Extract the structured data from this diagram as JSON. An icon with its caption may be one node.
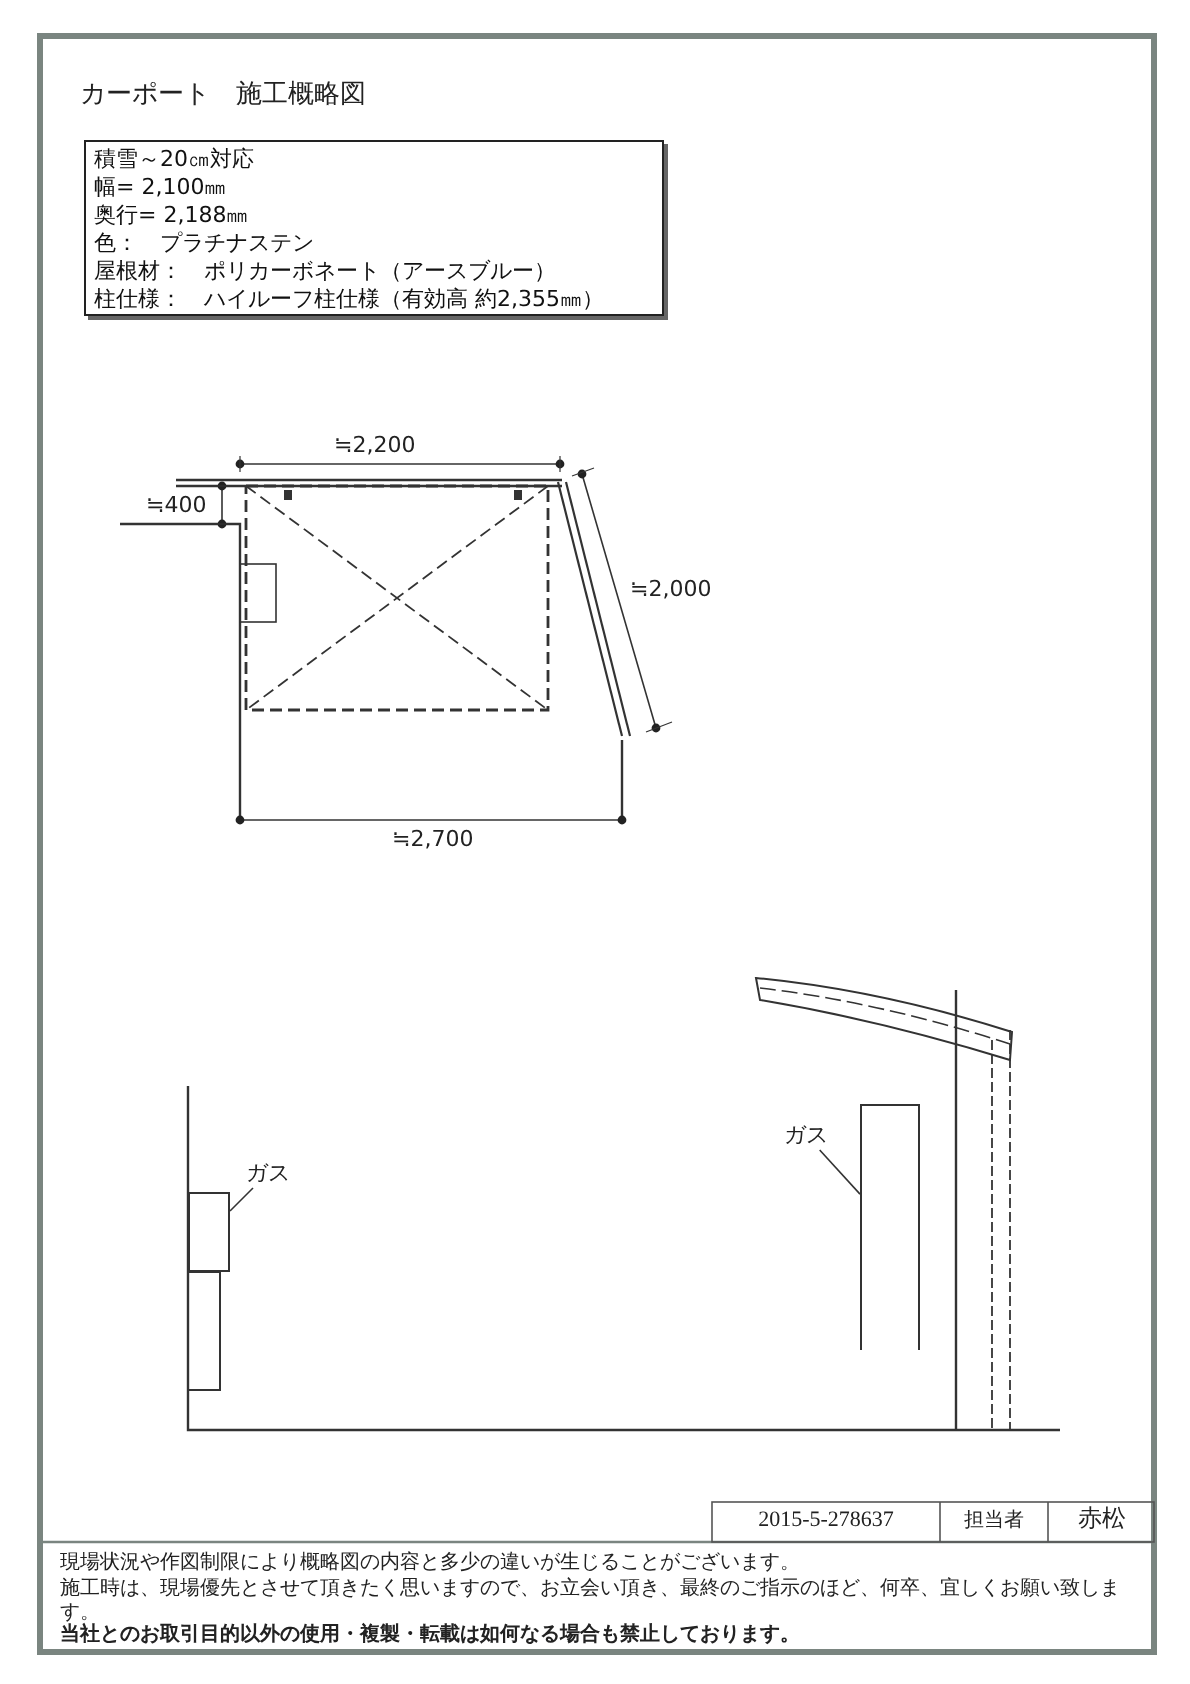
{
  "diagram": {
    "title": "カーポート　施工概略図",
    "nodes": [
      {
        "text": [
          "積雪～20㎝対応",
          "幅= 2,100㎜",
          "奥行= 2,188㎜",
          "色：　プラチナステン",
          "屋根材：　ポリカーボネート（アースブルー）",
          "柱仕様：　ハイルーフ柱仕様（有効高 約2,355㎜）"
        ]
      },
      {
        "text": [
          "ガス"
        ]
      },
      {
        "text": [],
        "shape": "box"
      },
      {
        "text": [
          "ガス"
        ]
      },
      {
        "text": [],
        "shape": "box"
      }
    ],
    "edges": [
      {
        "from": 1,
        "to": 2,
        "arrow": "none"
      },
      {
        "from": 3,
        "to": 4,
        "arrow": "none"
      }
    ],
    "labels": [
      "≒2,200",
      "≒400",
      "≒2,000",
      "≒2,700",
      "2015-5-278637",
      "担当者",
      "赤松",
      "現場状況や作図制限により概略図の内容と多少の違いが生じることがございます。",
      "施工時は、現場優先とさせて頂きたく思いますので、お立会い頂き、最終のご指示のほど、何卒、宜しくお願い致します。",
      "当社とのお取引目的以外の使用・複製・転載は如何なる場合も禁止しております。"
    ]
  }
}
